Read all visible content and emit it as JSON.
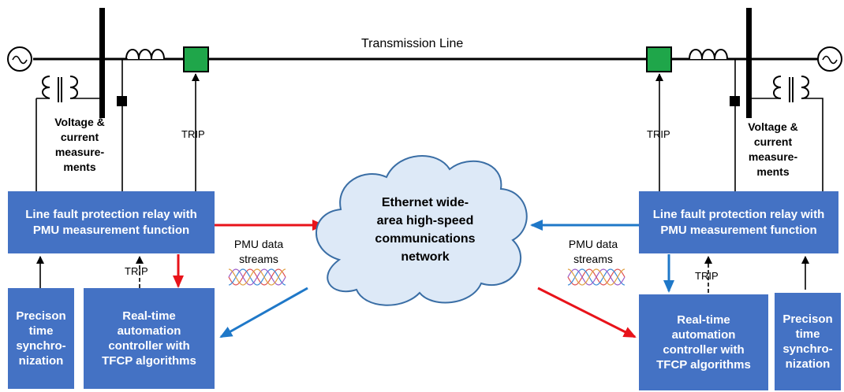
{
  "line_label": "Transmission Line",
  "cloud_text": "Ethernet wide-\narea high-speed\ncommunications\nnetwork",
  "left": {
    "measurement_label": "Voltage &\ncurrent\nmeasure-\nments",
    "trip_label_upper": "TRIP",
    "trip_label_lower": "TRIP",
    "relay_label": "Line fault protection relay with PMU measurement function",
    "controller_label": "Real-time\nautomation\ncontroller with\nTFCP algorithms",
    "sync_label": "Precison\ntime\nsynchro-\nnization",
    "pmu_label": "PMU data\nstreams"
  },
  "right": {
    "measurement_label": "Voltage &\ncurrent\nmeasure-\nments",
    "trip_label_upper": "TRIP",
    "trip_label_lower": "TRIP",
    "relay_label": "Line fault protection relay with PMU measurement function",
    "controller_label": "Real-time\nautomation\ncontroller with\nTFCP algorithms",
    "sync_label": "Precison\ntime\nsynchro-\nnization",
    "pmu_label": "PMU data\nstreams"
  },
  "colors": {
    "box_fill": "#4472c4",
    "breaker_fill": "#1fa64a",
    "red_arrow": "#e8131a",
    "blue_arrow": "#1f78c8",
    "cloud_fill": "#dde9f7",
    "cloud_stroke": "#3a6ea5",
    "wave_colors": [
      "#e05050",
      "#3c8ad8",
      "#9a5cc8",
      "#e0a040"
    ]
  }
}
